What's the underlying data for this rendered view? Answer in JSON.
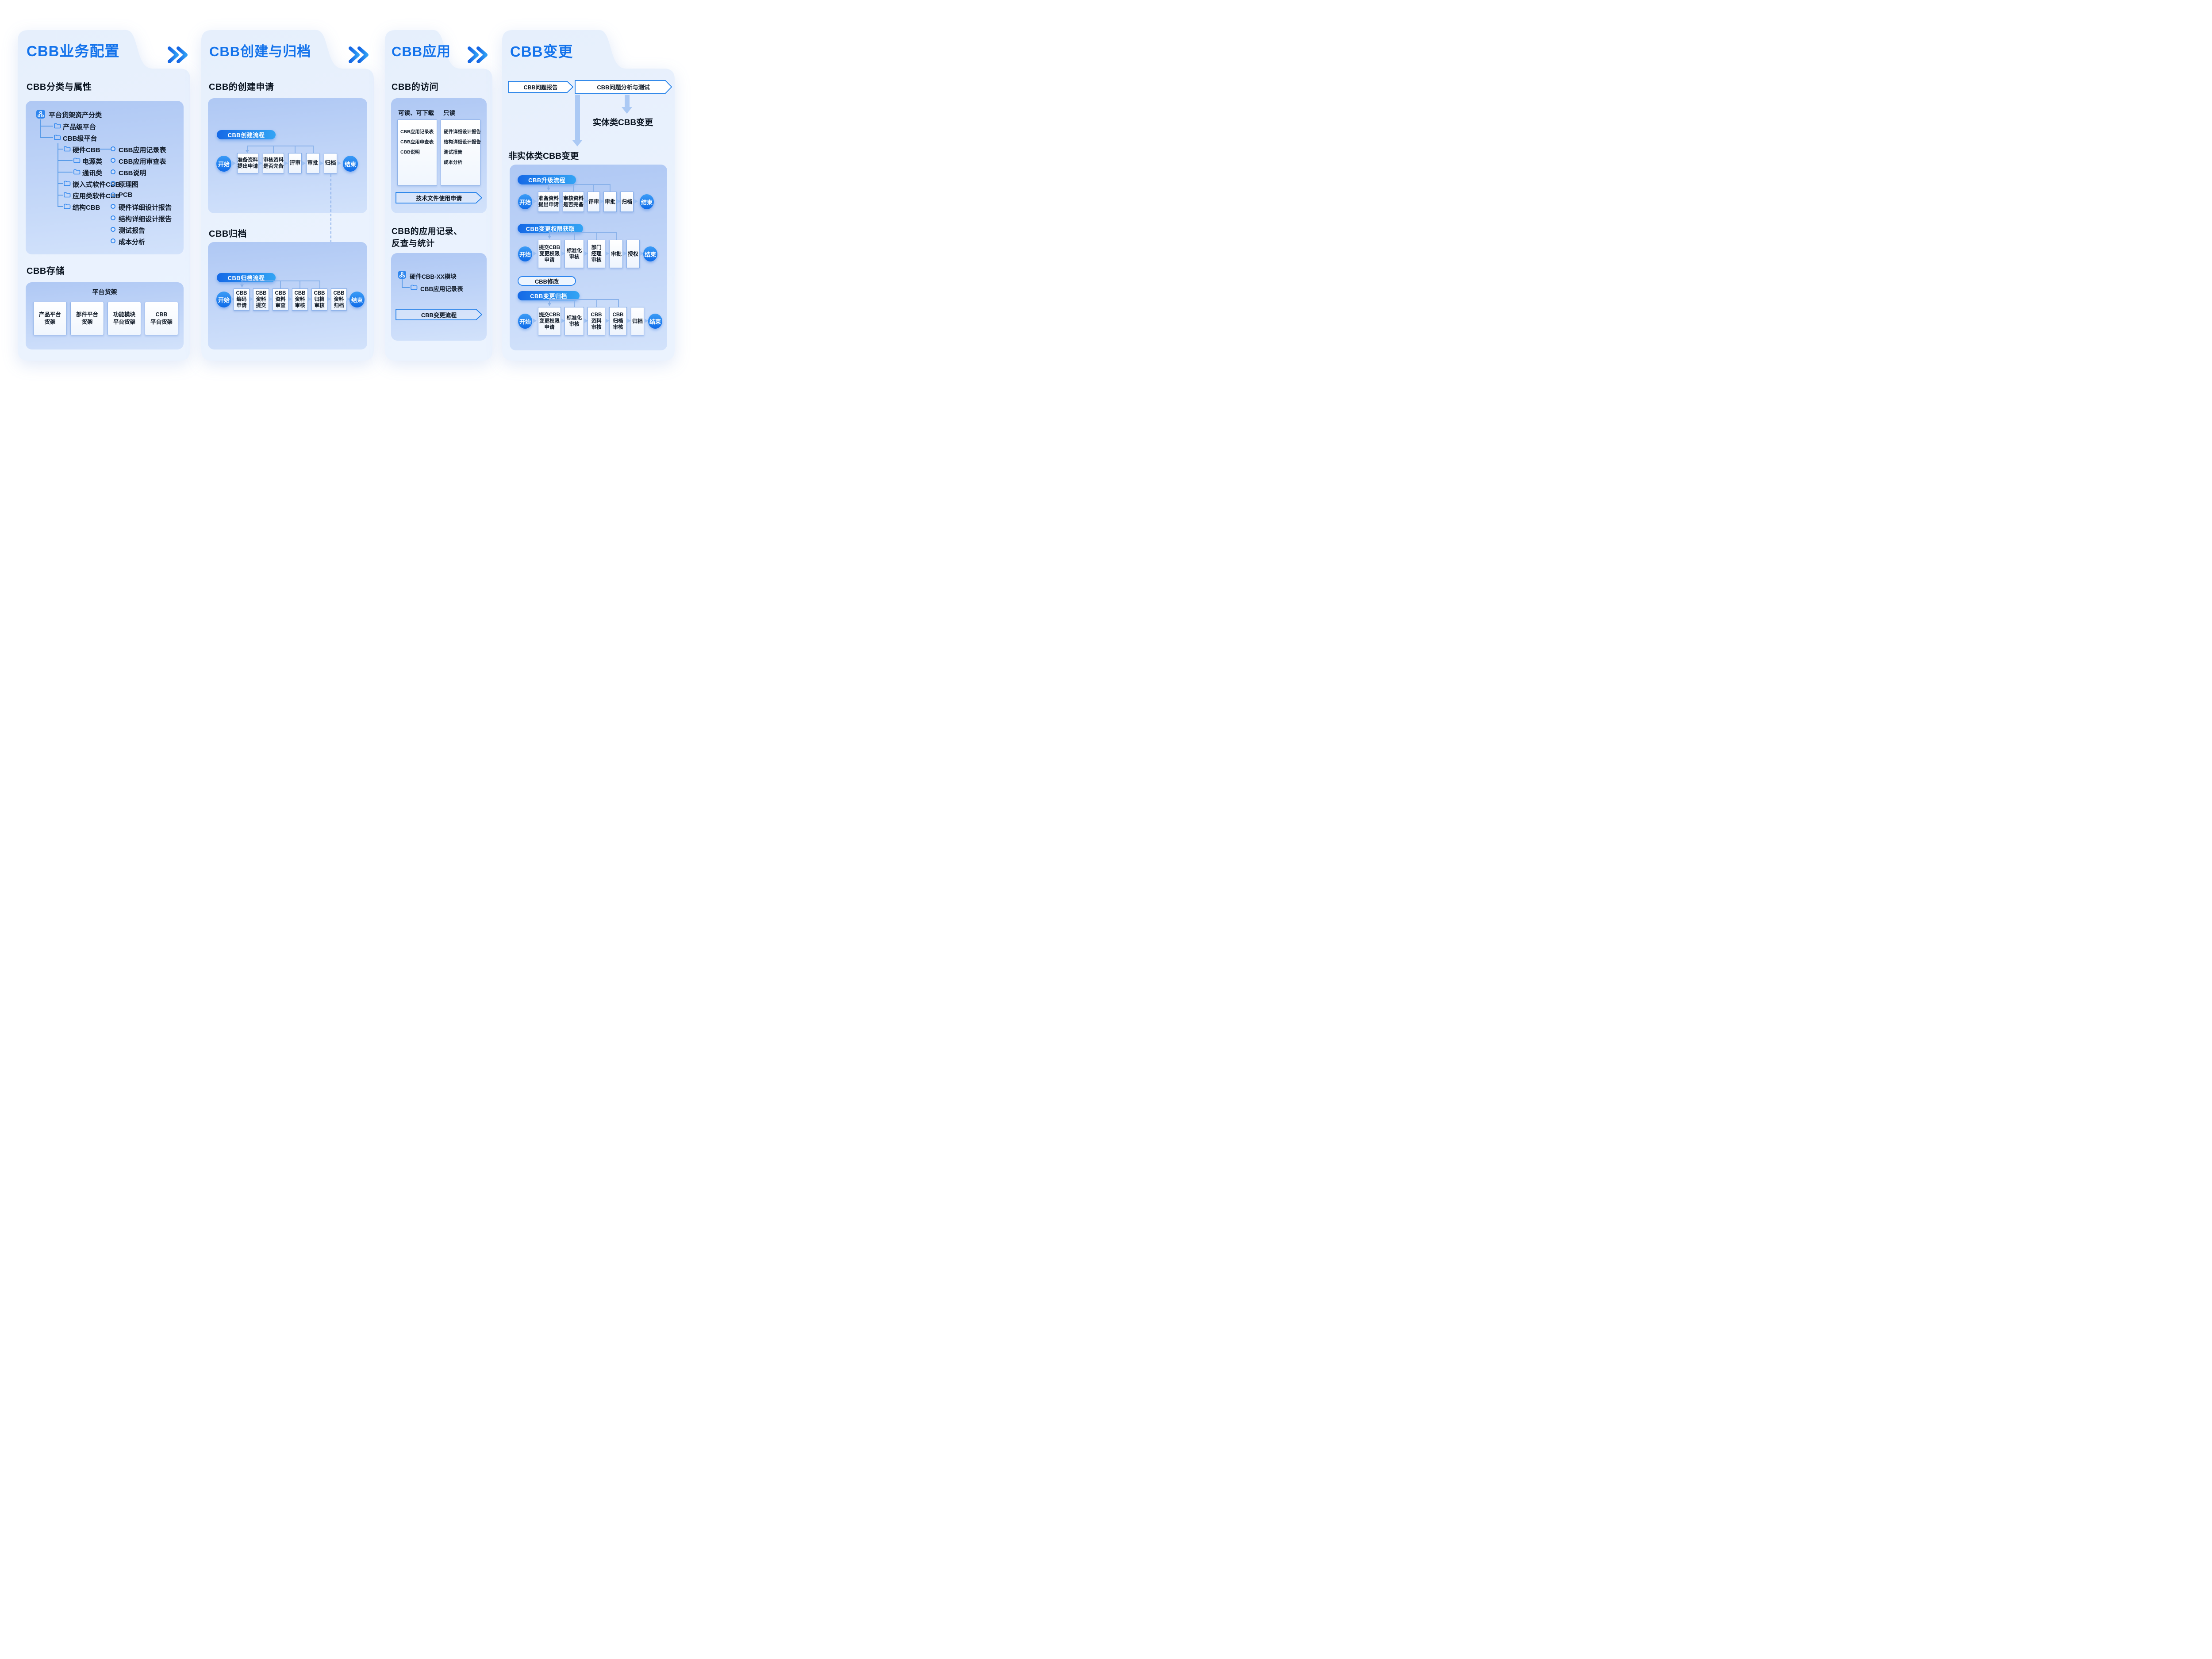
{
  "flow_terms": {
    "start": "开始",
    "end": "结束"
  },
  "panel1": {
    "title": "CBB业务配置",
    "section_classify": "CBB分类与属性",
    "tree": {
      "root": "平台货架资产分类",
      "level1": [
        "产品级平台",
        "CBB级平台"
      ],
      "level2": [
        "硬件CBB",
        "嵌入式软件CBB",
        "应用类软件CBB",
        "结构CBB"
      ],
      "level3": [
        "电源类",
        "通讯类"
      ],
      "docs": [
        "CBB应用记录表",
        "CBB应用审查表",
        "CBB说明",
        "原理图",
        "PCB",
        "硬件详细设计报告",
        "结构详细设计报告",
        "测试报告",
        "成本分析"
      ]
    },
    "section_storage": "CBB存储",
    "storage_label": "平台货架",
    "storage_cards": [
      [
        "产品平台",
        "货架"
      ],
      [
        "部件平台",
        "货架"
      ],
      [
        "功能模块",
        "平台货架"
      ],
      [
        "CBB",
        "平台货架"
      ]
    ]
  },
  "panel2": {
    "title": "CBB创建与归档",
    "section_create": "CBB的创建申请",
    "create_pill": "CBB创建流程",
    "create_steps": [
      [
        "准备资料",
        "提出申请"
      ],
      [
        "审核资料",
        "是否完备"
      ],
      [
        "评审"
      ],
      [
        "审批"
      ],
      [
        "归档"
      ]
    ],
    "section_archive": "CBB归档",
    "archive_pill": "CBB归档流程",
    "archive_steps": [
      [
        "CBB",
        "编码",
        "申请"
      ],
      [
        "CBB",
        "资料",
        "提交"
      ],
      [
        "CBB",
        "资料",
        "审查"
      ],
      [
        "CBB",
        "资料",
        "审核"
      ],
      [
        "CBB",
        "归档",
        "审核"
      ],
      [
        "CBB",
        "资料",
        "归档"
      ]
    ]
  },
  "panel3": {
    "title": "CBB应用",
    "section_access": "CBB的访问",
    "readable_header": "可读、可下载",
    "readonly_header": "只读",
    "readable_items": [
      "CBB应用记录表",
      "CBB应用审查表",
      "CBB说明"
    ],
    "readonly_items": [
      "硬件详细设计报告",
      "结构详细设计报告",
      "测试报告",
      "成本分析"
    ],
    "banner_tech": "技术文件使用申请",
    "section_record_line1": "CBB的应用记录、",
    "section_record_line2": "反查与统计",
    "module_root": "硬件CBB-XX模块",
    "module_child": "CBB应用记录表",
    "banner_change": "CBB变更流程"
  },
  "panel4": {
    "title": "CBB变更",
    "banner_report": "CBB问题报告",
    "banner_analysis": "CBB问题分析与测试",
    "label_entity": "实体类CBB变更",
    "label_nonentity": "非实体类CBB变更",
    "pill_upgrade": "CBB升级流程",
    "upgrade_steps": [
      [
        "准备资料",
        "提出申请"
      ],
      [
        "审核资料",
        "是否完备"
      ],
      [
        "评审"
      ],
      [
        "审批"
      ],
      [
        "归档"
      ]
    ],
    "pill_permission": "CBB变更权限获取",
    "permission_steps": [
      [
        "提交CBB",
        "变更权限",
        "申请"
      ],
      [
        "标准化",
        "审核"
      ],
      [
        "部门",
        "经理",
        "审核"
      ],
      [
        "审批"
      ],
      [
        "授权"
      ]
    ],
    "pill_modify": "CBB修改",
    "pill_change_archive": "CBB变更归档",
    "change_archive_steps": [
      [
        "提交CBB",
        "变更权限",
        "申请"
      ],
      [
        "标准化",
        "审核"
      ],
      [
        "CBB",
        "资料",
        "审核"
      ],
      [
        "CBB",
        "归档",
        "审核"
      ],
      [
        "归档"
      ]
    ]
  }
}
